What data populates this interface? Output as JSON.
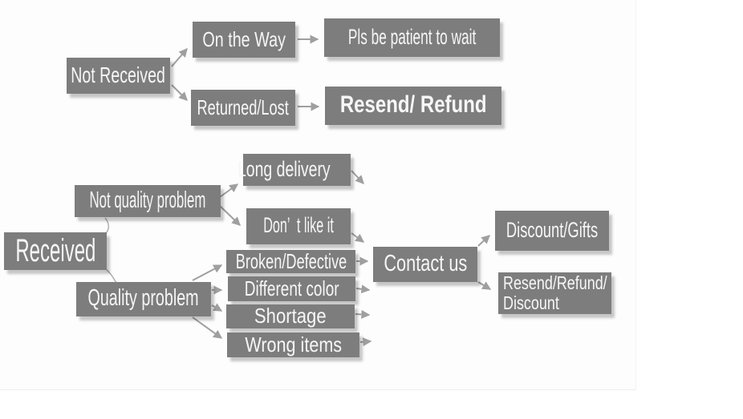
{
  "diagram": {
    "type": "flowchart",
    "colors": {
      "node_background": "#7d7d7d",
      "node_text": "#f6f6f6",
      "arrow": "#9f9f9f",
      "page_background": "#ffffff"
    },
    "nodes": {
      "not_received": "Not Received",
      "on_the_way": "On the Way",
      "pls_wait": "Pls be patient to wait",
      "returned_lost": "Returned/Lost",
      "resend_refund": "Resend/ Refund",
      "received": "Received",
      "not_quality": "Not quality problem",
      "long_delivery": "Long delivery",
      "dont_like": "Don’  t like it",
      "quality": "Quality problem",
      "broken": "Broken/Defective",
      "different_color": "Different color",
      "shortage": "Shortage",
      "wrong_items": "Wrong items",
      "contact_us": "Contact us",
      "resend_refund_discount": {
        "line1": "Resend/Refund/",
        "line2": "Discount"
      },
      "discount_gifts": "Discount/Gifts"
    },
    "edges": [
      {
        "from": "not_received",
        "to": "on_the_way"
      },
      {
        "from": "not_received",
        "to": "returned_lost"
      },
      {
        "from": "on_the_way",
        "to": "pls_wait"
      },
      {
        "from": "returned_lost",
        "to": "resend_refund"
      },
      {
        "from": "received",
        "to": "not_quality"
      },
      {
        "from": "received",
        "to": "quality"
      },
      {
        "from": "not_quality",
        "to": "long_delivery"
      },
      {
        "from": "not_quality",
        "to": "dont_like"
      },
      {
        "from": "long_delivery",
        "to": "contact_us"
      },
      {
        "from": "dont_like",
        "to": "contact_us"
      },
      {
        "from": "quality",
        "to": "broken"
      },
      {
        "from": "quality",
        "to": "different_color"
      },
      {
        "from": "quality",
        "to": "shortage"
      },
      {
        "from": "quality",
        "to": "wrong_items"
      },
      {
        "from": "broken",
        "to": "contact_us"
      },
      {
        "from": "different_color",
        "to": "contact_us"
      },
      {
        "from": "shortage",
        "to": "contact_us"
      },
      {
        "from": "wrong_items",
        "to": "contact_us"
      },
      {
        "from": "contact_us",
        "to": "discount_gifts"
      },
      {
        "from": "contact_us",
        "to": "resend_refund_discount"
      }
    ]
  }
}
